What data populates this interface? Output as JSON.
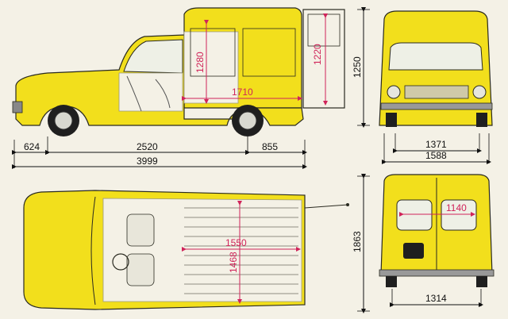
{
  "diagram": {
    "colors": {
      "body_yellow": "#f2df1c",
      "body_shade": "#d9c316",
      "outline": "#2a2a20",
      "dimension_black": "#111111",
      "dimension_red": "#d0245a",
      "background": "#f4f1e6"
    },
    "views": [
      "side-view",
      "front-view",
      "top-view",
      "rear-view"
    ],
    "dimensions": {
      "side": {
        "front_overhang": "624",
        "wheelbase": "2520",
        "rear_overhang": "855",
        "overall_length": "3999",
        "overall_height": "1250",
        "cargo_height": "1280",
        "door_height": "1220",
        "cargo_length": "1710"
      },
      "front": {
        "front_track": "1371",
        "overall_width": "1588"
      },
      "top": {
        "cargo_floor_length": "1550",
        "cargo_floor_width": "1468",
        "overall_width": "1863"
      },
      "rear": {
        "door_opening_width": "1140",
        "rear_track": "1314"
      }
    }
  }
}
